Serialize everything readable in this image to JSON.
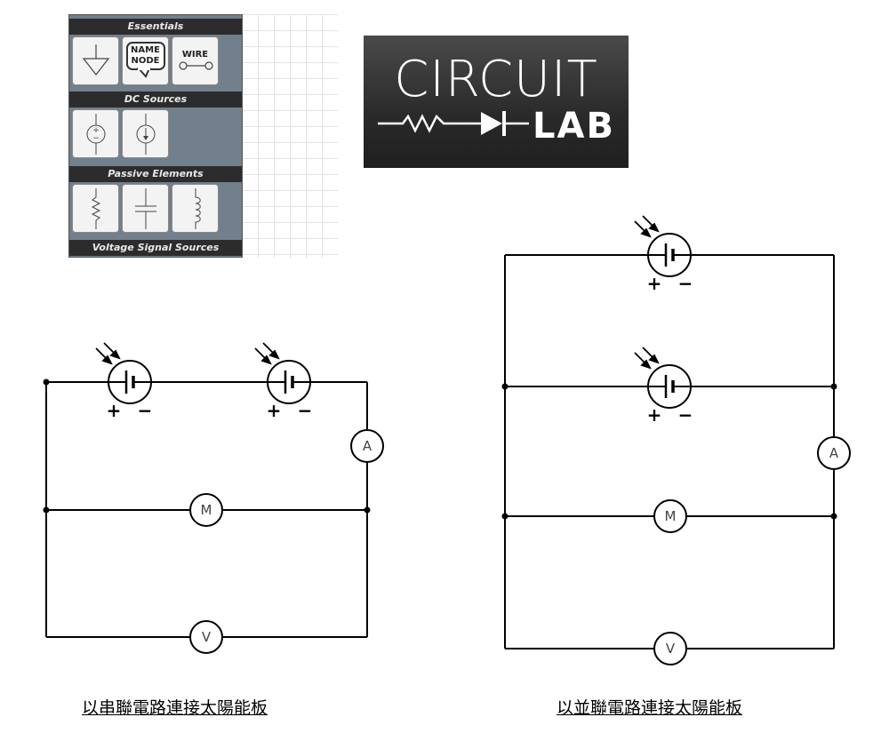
{
  "palette": {
    "sections": [
      "Essentials",
      "DC Sources",
      "Passive Elements",
      "Voltage Signal Sources"
    ],
    "essentials_buttons": {
      "ground_icon": "ground-icon",
      "name_node_line1": "NAME",
      "name_node_line2": "NODE",
      "wire_label": "WIRE"
    },
    "dc_icons": [
      "dc-voltage-source-icon",
      "dc-current-source-icon"
    ],
    "passive_icons": [
      "resistor-icon",
      "capacitor-icon",
      "inductor-icon"
    ]
  },
  "logo": {
    "line1": "CIRCUIT",
    "line2": "LAB"
  },
  "series_circuit": {
    "caption": "以串聯電路連接太陽能板",
    "cells": [
      {
        "plus": "+",
        "minus": "−"
      },
      {
        "plus": "+",
        "minus": "−"
      }
    ],
    "ammeter": "A",
    "motor": "M",
    "voltmeter": "V"
  },
  "parallel_circuit": {
    "caption": "以並聯電路連接太陽能板",
    "cells": [
      {
        "plus": "+",
        "minus": "−"
      },
      {
        "plus": "+",
        "minus": "−"
      }
    ],
    "ammeter": "A",
    "motor": "M",
    "voltmeter": "V"
  },
  "colors": {
    "palette_bg": "#727f8c",
    "header_bg": "#2c2c2c",
    "wire": "#000000"
  }
}
